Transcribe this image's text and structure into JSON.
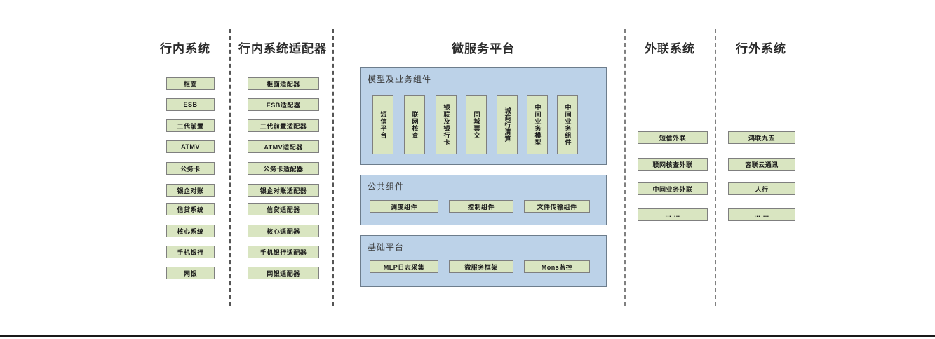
{
  "diagram": {
    "columns": [
      {
        "id": "in-bank-systems",
        "title": "行内系统",
        "items": [
          {
            "label": "柜面"
          },
          {
            "label": "ESB"
          },
          {
            "label": "二代前置"
          },
          {
            "label": "ATMV"
          },
          {
            "label": "公务卡"
          },
          {
            "label": "银企对账"
          },
          {
            "label": "信贷系统"
          },
          {
            "label": "核心系统"
          },
          {
            "label": "手机银行"
          },
          {
            "label": "网银"
          }
        ]
      },
      {
        "id": "in-bank-adapters",
        "title": "行内系统适配器",
        "items": [
          {
            "label": "柜面适配器"
          },
          {
            "label": "ESB适配器"
          },
          {
            "label": "二代前置适配器"
          },
          {
            "label": "ATMV适配器"
          },
          {
            "label": "公务卡适配器"
          },
          {
            "label": "银企对账适配器"
          },
          {
            "label": "信贷适配器"
          },
          {
            "label": "核心适配器"
          },
          {
            "label": "手机银行适配器"
          },
          {
            "label": "网银适配器"
          }
        ]
      },
      {
        "id": "microservice-platform",
        "title": "微服务平台",
        "panels": [
          {
            "id": "model-business-components",
            "title": "模型及业务组件",
            "orientation": "vertical",
            "items": [
              {
                "label": "短信平台"
              },
              {
                "label": "联网核查"
              },
              {
                "label": "银联及银行卡"
              },
              {
                "label": "同城票交"
              },
              {
                "label": "城商行清算"
              },
              {
                "label": "中间业务模型"
              },
              {
                "label": "中间业务组件"
              }
            ]
          },
          {
            "id": "public-components",
            "title": "公共组件",
            "orientation": "horizontal",
            "items": [
              {
                "label": "调度组件"
              },
              {
                "label": "控制组件"
              },
              {
                "label": "文件传输组件"
              }
            ]
          },
          {
            "id": "base-platform",
            "title": "基础平台",
            "orientation": "horizontal",
            "items": [
              {
                "label": "MLP日志采集"
              },
              {
                "label": "微服务框架"
              },
              {
                "label": "Mons监控"
              }
            ]
          }
        ]
      },
      {
        "id": "external-link-systems",
        "title": "外联系统",
        "items": [
          {
            "label": "短信外联"
          },
          {
            "label": "联网核查外联"
          },
          {
            "label": "中间业务外联"
          },
          {
            "label": "… …"
          }
        ]
      },
      {
        "id": "out-bank-systems",
        "title": "行外系统",
        "items": [
          {
            "label": "鸿联九五"
          },
          {
            "label": "容联云通讯"
          },
          {
            "label": "人行"
          },
          {
            "label": "… …"
          }
        ]
      }
    ],
    "colors": {
      "node_fill": "#d9e5c1",
      "node_border": "#7f7f7f",
      "panel_fill": "#bcd2e8",
      "panel_border": "#6d7d8c",
      "separator": "#555555",
      "title_text": "#2b2b2b"
    }
  }
}
